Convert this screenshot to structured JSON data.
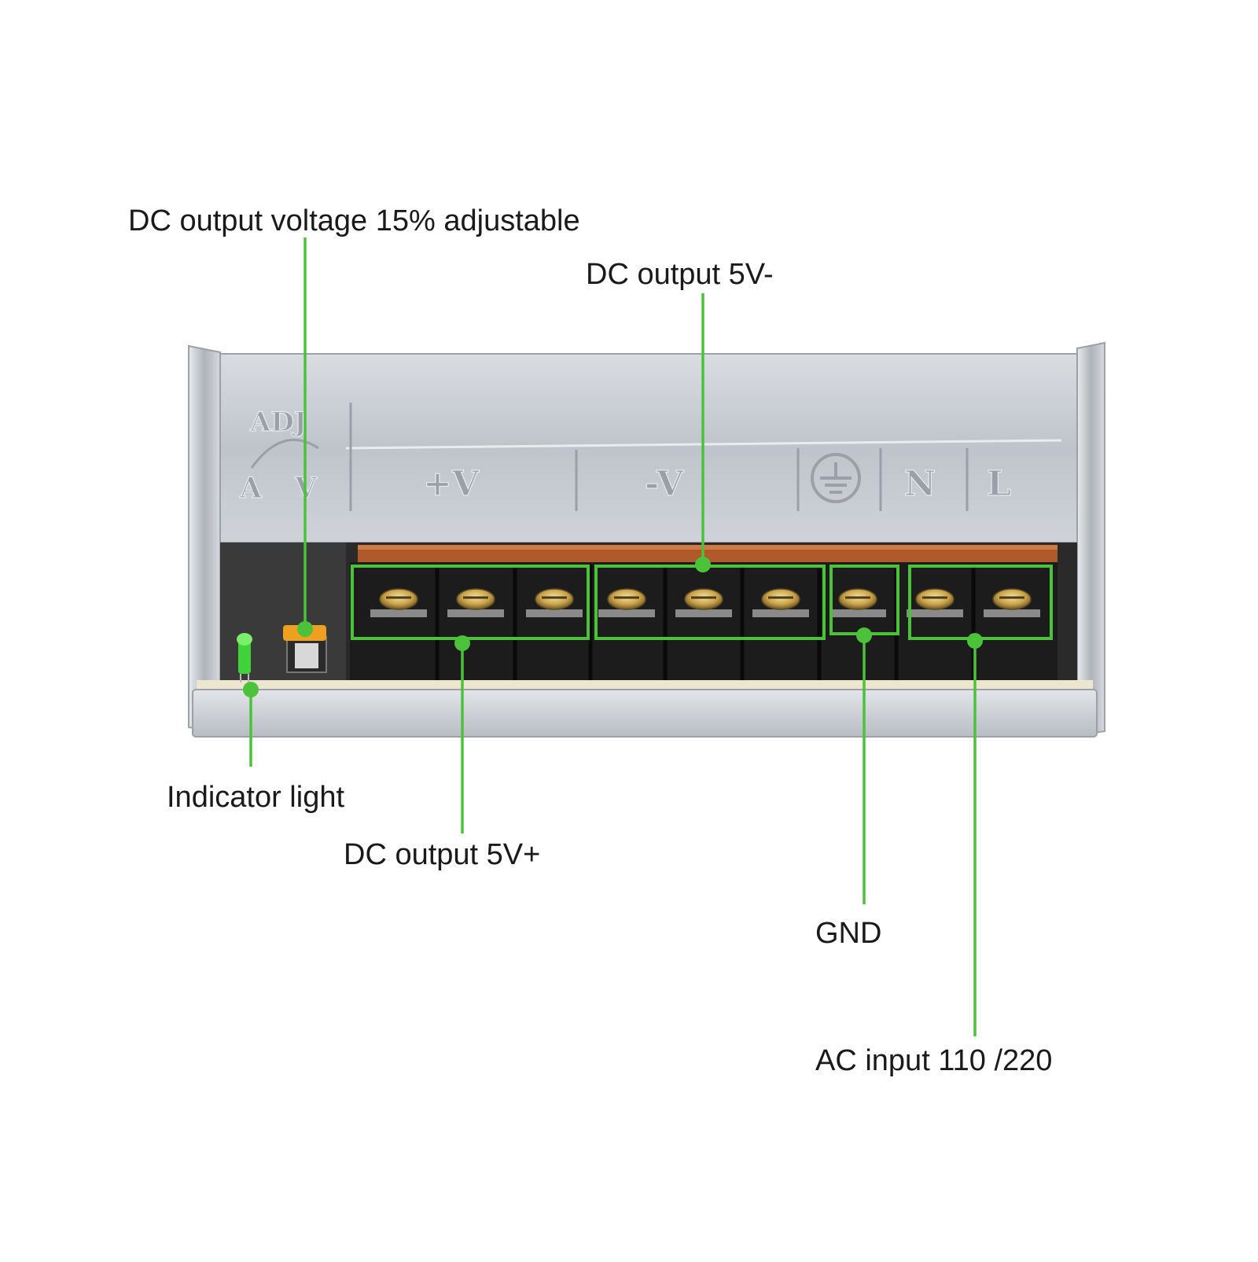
{
  "callouts": {
    "adjust": "DC output voltage 15% adjustable",
    "negative": "DC output  5V-",
    "indicator": "Indicator light",
    "positive": "DC output  5V+",
    "gnd": "GND",
    "ac": "AC input 110   /220"
  },
  "panel_markings": {
    "adj": "ADJ",
    "a": "A",
    "v": "V",
    "plus_v": "+V",
    "minus_v": "-V",
    "n": "N",
    "l": "L"
  },
  "colors": {
    "callout_green": "#4cc23a",
    "chassis": "#c7ccd2",
    "terminal_block": "#1c1c1c",
    "screw": "#c9a24a",
    "led": "#3fd23a",
    "potentiometer": "#f0a020"
  }
}
